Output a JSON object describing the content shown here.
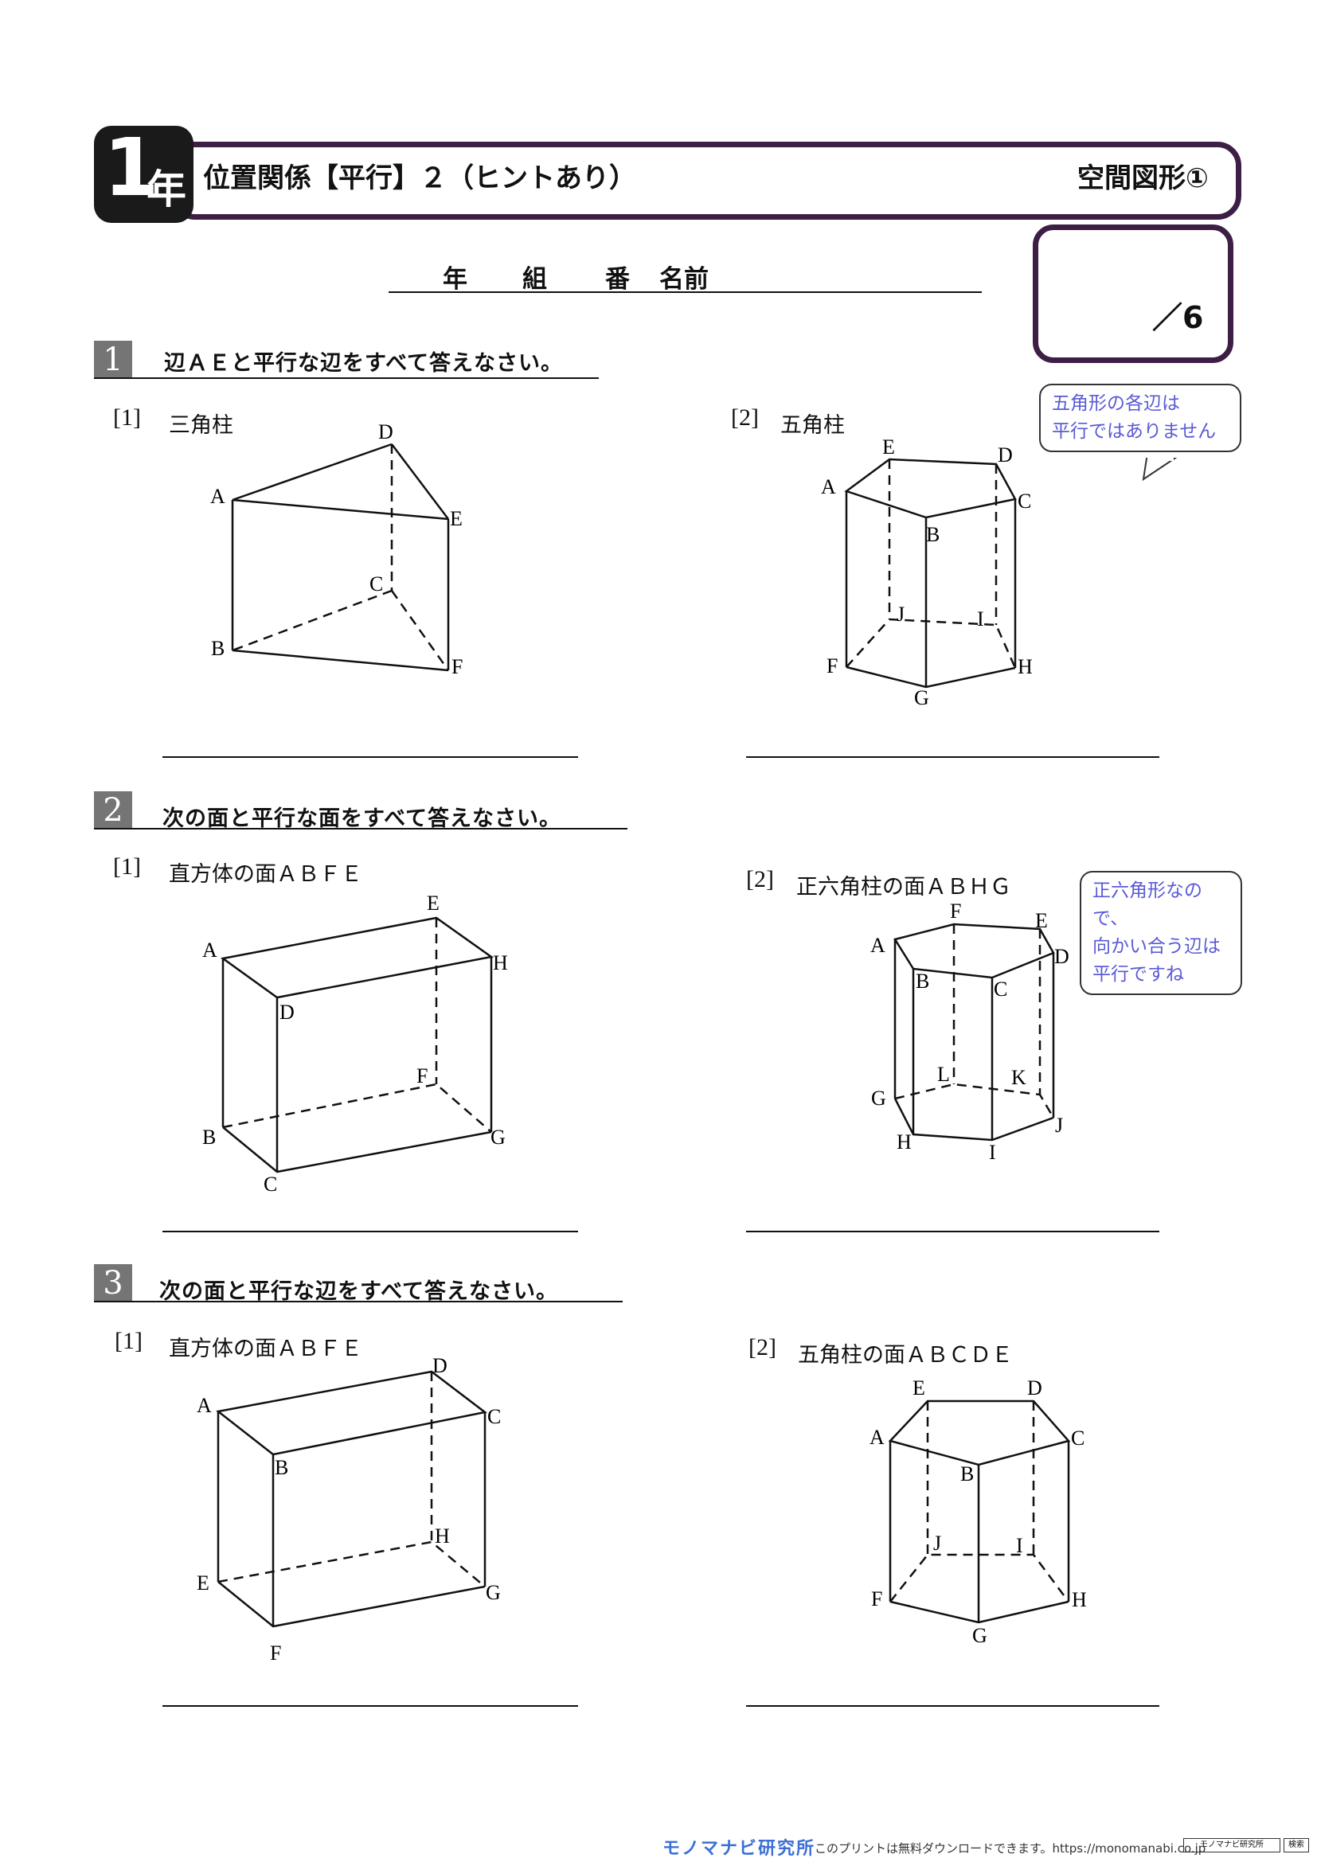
{
  "header": {
    "grade_number": "1",
    "grade_unit": "年",
    "title": "位置関係【平行】２（ヒントあり）",
    "topic": "空間図形①"
  },
  "student": {
    "year": "年",
    "class": "組",
    "number": "番",
    "name": "名前"
  },
  "score": {
    "text": "／6"
  },
  "sections": [
    {
      "number": "1",
      "instruction": "辺ＡＥと平行な辺をすべて答えなさい。",
      "questions": [
        {
          "number": "[1]",
          "label": "三角柱"
        },
        {
          "number": "[2]",
          "label": "五角柱"
        }
      ],
      "hint": [
        "五角形の各辺は",
        "平行ではありません"
      ]
    },
    {
      "number": "2",
      "instruction": "次の面と平行な面をすべて答えなさい。",
      "questions": [
        {
          "number": "[1]",
          "label": "直方体の面ＡＢＦＥ"
        },
        {
          "number": "[2]",
          "label": "正六角柱の面ＡＢＨＧ"
        }
      ],
      "hint": [
        "正六角形なので、",
        "向かい合う辺は",
        "平行ですね"
      ]
    },
    {
      "number": "3",
      "instruction": "次の面と平行な辺をすべて答えなさい。",
      "questions": [
        {
          "number": "[1]",
          "label": "直方体の面ＡＢＦＥ"
        },
        {
          "number": "[2]",
          "label": "五角柱の面ＡＢＣＤＥ"
        }
      ]
    }
  ],
  "figures": {
    "fig1": {
      "A": "A",
      "B": "B",
      "C": "C",
      "D": "D",
      "E": "E",
      "F": "F"
    },
    "fig2": {
      "A": "A",
      "B": "B",
      "C": "C",
      "D": "D",
      "E": "E",
      "F": "F",
      "G": "G",
      "H": "H",
      "I": "I",
      "J": "J"
    },
    "fig3": {
      "A": "A",
      "B": "B",
      "C": "C",
      "D": "D",
      "E": "E",
      "F": "F",
      "G": "G",
      "H": "H"
    },
    "fig4": {
      "A": "A",
      "B": "B",
      "C": "C",
      "D": "D",
      "E": "E",
      "F": "F",
      "G": "G",
      "H": "H",
      "I": "I",
      "J": "J",
      "K": "K",
      "L": "L"
    },
    "fig5": {
      "A": "A",
      "B": "B",
      "C": "C",
      "D": "D",
      "E": "E",
      "F": "F",
      "G": "G",
      "H": "H"
    },
    "fig6": {
      "A": "A",
      "B": "B",
      "C": "C",
      "D": "D",
      "E": "E",
      "F": "F",
      "G": "G",
      "H": "H",
      "I": "I",
      "J": "J"
    }
  },
  "footer": {
    "logo": "モノマナビ研究所",
    "text": "このプリントは無料ダウンロードできます。https://monomanabi.co.jp",
    "search_box": "モノマナビ研究所",
    "search_button": "検索"
  },
  "colors": {
    "frame": "#3d1f46",
    "section_badge": "#757575",
    "hint_text": "#5a5ad6"
  }
}
